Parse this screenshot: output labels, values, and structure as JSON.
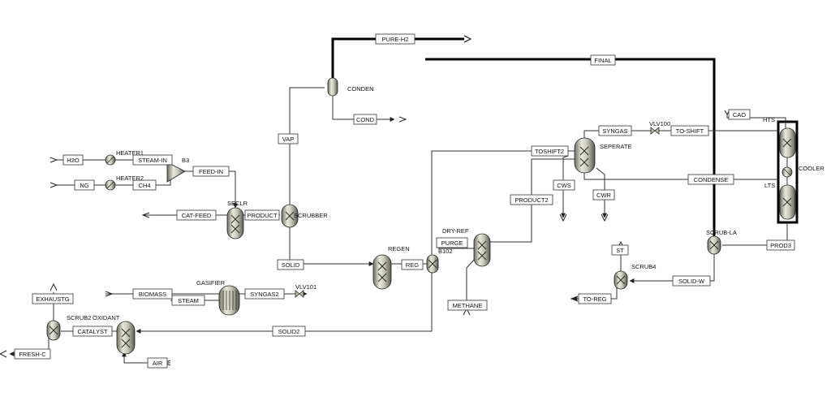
{
  "streams": {
    "pure_h2": "PURE-H2",
    "final": "FINAL",
    "cond": "COND",
    "vap": "VAP",
    "syngas": "SYNGAS",
    "to_shift": "TO-SHIFT",
    "cao": "CAO",
    "toshift2": "TOSHIFT2",
    "h2o": "H2O",
    "steam_in": "STEAM-IN",
    "ng": "NG",
    "ch4": "CH4",
    "feed_in": "FEED-IN",
    "cws": "CWS",
    "cwr": "CWR",
    "condense": "CONDENSE",
    "product2": "PRODUCT2",
    "cat_feed": "CAT-FEED",
    "product": "PRODUCT",
    "purge": "PURGE",
    "solid": "SOLID",
    "reg": "REG",
    "prod3": "PROD3",
    "st": "ST",
    "solid_w": "SOLID-W",
    "to_reg": "TO-REG",
    "methane": "METHANE",
    "exhaustg": "EXHAUSTG",
    "biomass": "BIOMASS",
    "steam": "STEAM",
    "syngas2": "SYNGAS2",
    "catalyst": "CATALYST",
    "solid2": "SOLID2",
    "fresh_c": "FRESH-C",
    "air": "AIR"
  },
  "blocks": {
    "conden": "CONDEN",
    "vlv100": "VLV100",
    "hts": "HTS",
    "seperate": "SEPERATE",
    "cooler": "COOLER",
    "lts": "LTS",
    "heater1": "HEATER1",
    "heater2": "HEATER2",
    "b3": "B3",
    "seclr": "SECLR",
    "scrubber": "SCRUBBER",
    "dry_ref": "DRY-REF",
    "regen": "REGEN",
    "b102": "B102",
    "scrub_la": "SCRUB-LA",
    "scrub4": "SCRUB4",
    "gasifier": "GASIFIER",
    "vlv101": "VLV101",
    "scrub2": "SCRUB2",
    "oxidant": "OXIDANT"
  }
}
